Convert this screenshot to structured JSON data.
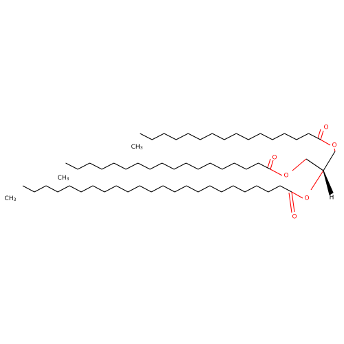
{
  "atom_labels": {
    "ch3_top": "CH",
    "ch3_mid": "CH",
    "ch3_bot": "CH",
    "ch3_sub": "3",
    "oxygen": "O",
    "hydrogen": "H"
  },
  "colors": {
    "bond": "#000000",
    "oxygen": "#ff0000",
    "background": "#ffffff"
  },
  "chains": {
    "top_carbon_count": 16,
    "middle_carbon_count": 18,
    "bottom_carbon_count": 24
  }
}
